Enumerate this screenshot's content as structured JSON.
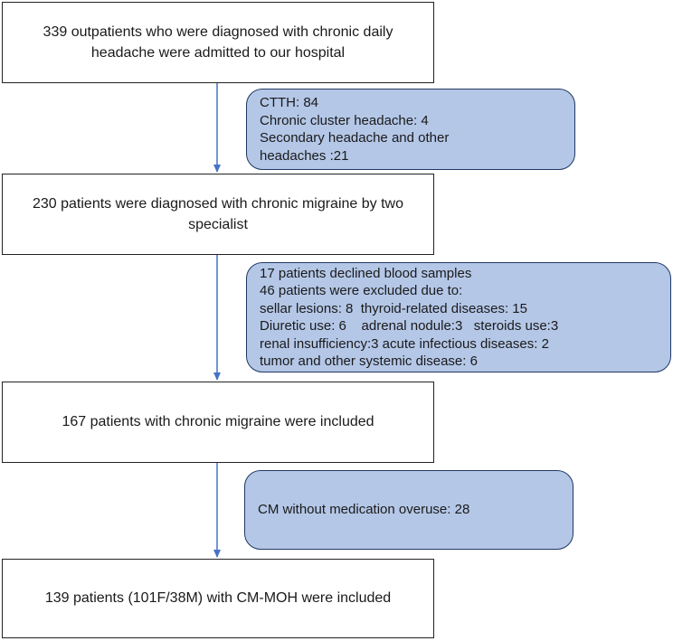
{
  "main_boxes": [
    {
      "lines": [
        "339 outpatients who were diagnosed with chronic daily",
        "headache were admitted to our hospital"
      ]
    },
    {
      "lines": [
        "230 patients were diagnosed with chronic migraine by two",
        "specialist"
      ]
    },
    {
      "lines": [
        "167 patients with chronic migraine were included"
      ]
    },
    {
      "lines": [
        "139 patients (101F/38M) with CM-MOH were included"
      ]
    }
  ],
  "exclusion_boxes": [
    {
      "lines": [
        "CTTH: 84",
        "Chronic cluster headache: 4",
        "Secondary headache and other",
        "headaches :21"
      ]
    },
    {
      "lines": [
        "17 patients declined blood samples",
        "46 patients were excluded due to:",
        "sellar lesions: 8  thyroid-related diseases: 15",
        "Diuretic use: 6    adrenal nodule:3   steroids use:3",
        "renal insufficiency:3 acute infectious diseases: 2",
        "tumor and other systemic disease: 6"
      ]
    },
    {
      "lines": [
        "CM without medication overuse: 28"
      ]
    }
  ],
  "colors": {
    "exclusion_fill": "#b4c7e7",
    "exclusion_border": "#1f3864",
    "arrow": "#4472c4"
  }
}
